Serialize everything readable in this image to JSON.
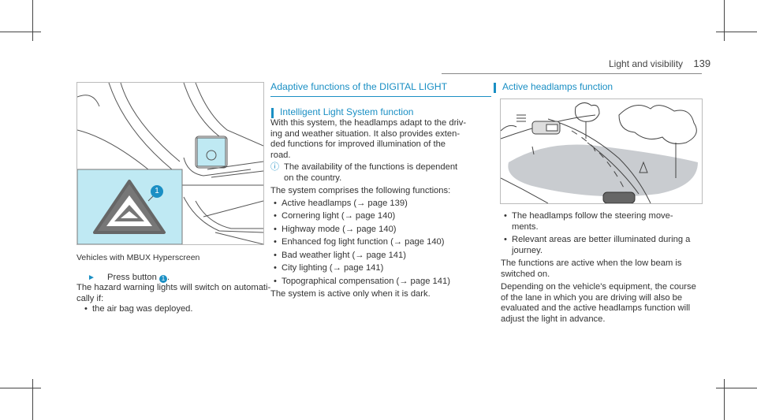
{
  "header": {
    "section": "Light and visibility",
    "page": "139"
  },
  "left": {
    "figure_badge": "1",
    "caption": "Vehicles with MBUX Hyperscreen",
    "step_prefix": "Press button",
    "step_badge": "1",
    "step_suffix": ".",
    "body": "The hazard warning lights will switch on automati-cally if:",
    "bullets": [
      "the air bag was deployed."
    ]
  },
  "middle": {
    "title": "Adaptive functions of the DIGITAL LIGHT",
    "subtitle": "Intelligent Light System function",
    "intro_lines": [
      "With this system, the headlamps adapt to the driv-",
      "ing and weather situation. It also provides exten-",
      "ded functions for improved illumination of the",
      "road."
    ],
    "note_lines": [
      "The availability of the functions is dependent",
      "on the country."
    ],
    "comprises": "The system comprises the following functions:",
    "functions": [
      "Active headlamps (→ page 139)",
      "Cornering light (→ page 140)",
      "Highway mode (→ page 140)",
      "Enhanced fog light function (→ page 140)",
      "Bad weather light (→ page 141)",
      "City lighting (→ page 141)",
      "Topographical compensation (→ page 141)"
    ],
    "closing": "The system is active only when it is dark."
  },
  "right": {
    "title": "Active headlamps function",
    "bullets": [
      [
        "The headlamps follow the steering move-",
        "ments."
      ],
      [
        "Relevant areas are better illuminated during a",
        "journey."
      ]
    ],
    "p1_lines": [
      "The functions are active when the low beam is",
      "switched on."
    ],
    "p2_lines": [
      "Depending on the vehicle's equipment, the course",
      "of the lane in which you are driving will also be",
      "evaluated and the active headlamps function will",
      "adjust the light in advance."
    ]
  },
  "colors": {
    "accent": "#1a8fc4",
    "highlight": "#bfe9f3",
    "beam": "#c9ccd0"
  }
}
